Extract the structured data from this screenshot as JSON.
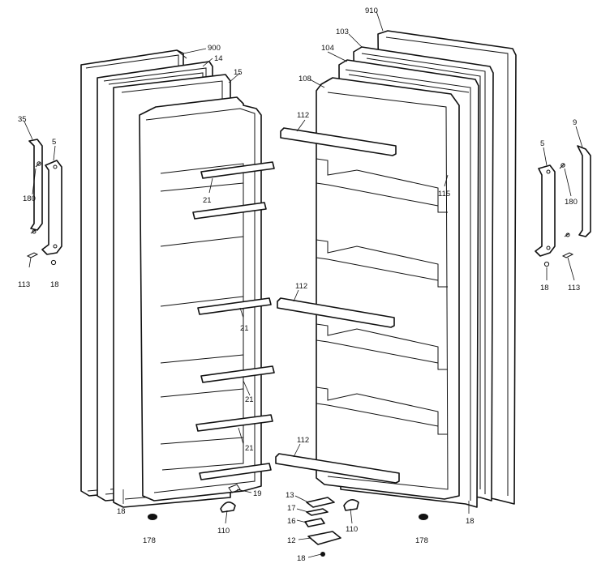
{
  "diagram": {
    "callouts": {
      "c910": "910",
      "c900": "900",
      "c14": "14",
      "c15": "15",
      "c103": "103",
      "c104": "104",
      "c108": "108",
      "c35": "35",
      "c5_left": "5",
      "c180_left": "180",
      "c113_left": "113",
      "c18_left_bracket": "18",
      "c21_a": "21",
      "c21_b": "21",
      "c21_c": "21",
      "c21_d": "21",
      "c112_a": "112",
      "c112_b": "112",
      "c112_c": "112",
      "c115": "115",
      "c9": "9",
      "c5_right": "5",
      "c180_right": "180",
      "c18_right_bracket": "18",
      "c113_right": "113",
      "c18_left_bottom": "18",
      "c18_right_bottom": "18",
      "c19": "19",
      "c110_left": "110",
      "c110_right": "110",
      "c178_left": "178",
      "c178_right": "178",
      "c13": "13",
      "c17": "17",
      "c16": "16",
      "c12": "12",
      "c18_bottom": "18"
    }
  }
}
